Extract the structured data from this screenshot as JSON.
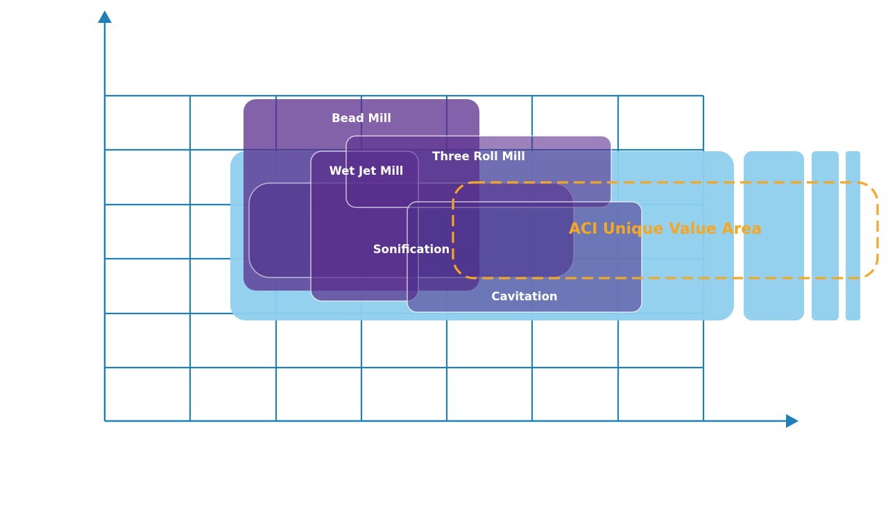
{
  "diagram": {
    "colors": {
      "axis": "#1f80b8",
      "grid": "#1f80b8",
      "region_fill": "#8ecfee",
      "purple": "#5a2d8c",
      "label": "#ffffff",
      "highlight": "#f5a623"
    },
    "technologies": {
      "bead_mill": "Bead Mill",
      "three_roll_mill": "Three Roll Mill",
      "wet_jet_mill": "Wet Jet Mill",
      "sonification": "Sonification",
      "cavitation": "Cavitation"
    },
    "highlight_label": "ACI Unique Value Area"
  }
}
